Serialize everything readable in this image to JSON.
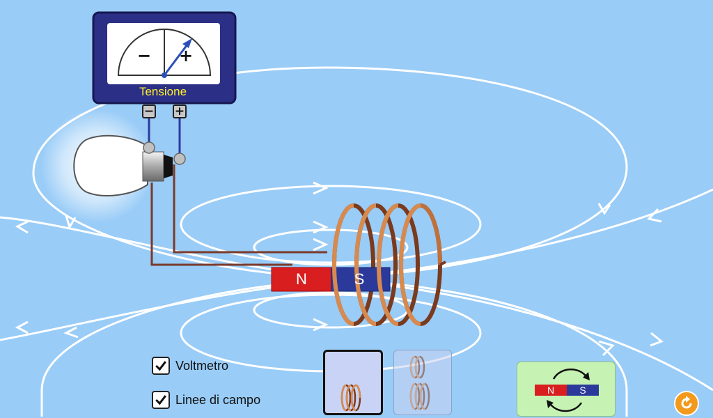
{
  "voltmeter": {
    "label": "Tensione",
    "minus_sign": "−",
    "plus_sign": "+",
    "terminal_minus": "−",
    "terminal_plus": "+"
  },
  "magnet": {
    "north_label": "N",
    "south_label": "S",
    "north_color": "#d81e1e",
    "south_color": "#2b3a9a"
  },
  "options": [
    {
      "id": "voltmeter",
      "label": "Voltmetro",
      "checked": true
    },
    {
      "id": "field-lines",
      "label": "Linee di campo",
      "checked": true
    }
  ],
  "coil_selector": {
    "options": [
      {
        "id": "single-coil",
        "selected": true
      },
      {
        "id": "double-coil",
        "selected": false
      }
    ]
  },
  "flip_button": {
    "north_label": "N",
    "south_label": "S",
    "icon": "flip-polarity-icon"
  },
  "reset_icon": "reset-icon",
  "colors": {
    "background": "#99ccf7",
    "field_lines": "#ffffff",
    "wire": "#7a3a2a",
    "coil": "#c8733a",
    "meter_frame": "#2b2f86",
    "meter_label": "#ffef2a",
    "flip_button_bg": "#c6f3b3"
  }
}
